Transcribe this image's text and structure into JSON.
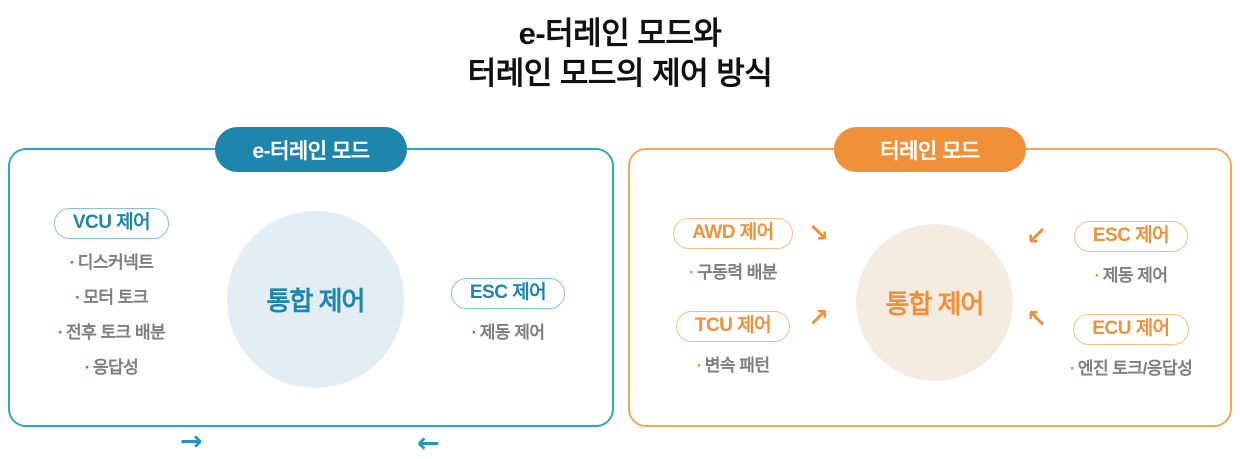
{
  "title": {
    "line1": "e-터레인 모드와",
    "line2": "터레인 모드의 제어 방식"
  },
  "colors": {
    "teal_badge": "#1e86ad",
    "teal_panel_border": "#2fa6c9",
    "teal_pill_border": "#82c6db",
    "teal_accent": "#2496bc",
    "blue_circle_fill": "#e2edf4",
    "orange_accent": "#f0913a",
    "orange_panel_border": "#f4a757",
    "orange_pill_border": "#f6bd85",
    "beige_circle_fill": "#f5ece1",
    "gray_text": "#7d7e81",
    "title_text": "#111111",
    "badge_text": "#ffffff"
  },
  "left_panel": {
    "badge": "e-터레인 모드",
    "center_label": "통합 제어",
    "groups": [
      {
        "pill": "VCU 제어",
        "items": [
          "디스커넥트",
          "모터 토크",
          "전후 토크 배분",
          "응답성"
        ],
        "arrow": "→"
      },
      {
        "pill": "ESC 제어",
        "items": [
          "제동 제어"
        ],
        "arrow": "←"
      }
    ]
  },
  "right_panel": {
    "badge": "터레인 모드",
    "center_label": "통합 제어",
    "groups": [
      {
        "pill": "AWD 제어",
        "items": [
          "구동력 배분"
        ],
        "arrow": "↘"
      },
      {
        "pill": "TCU 제어",
        "items": [
          "변속 패턴"
        ],
        "arrow": "↗"
      },
      {
        "pill": "ESC 제어",
        "items": [
          "제동 제어"
        ],
        "arrow": "↙"
      },
      {
        "pill": "ECU 제어",
        "items": [
          "엔진 토크/응답성"
        ],
        "arrow": "↖"
      }
    ]
  }
}
